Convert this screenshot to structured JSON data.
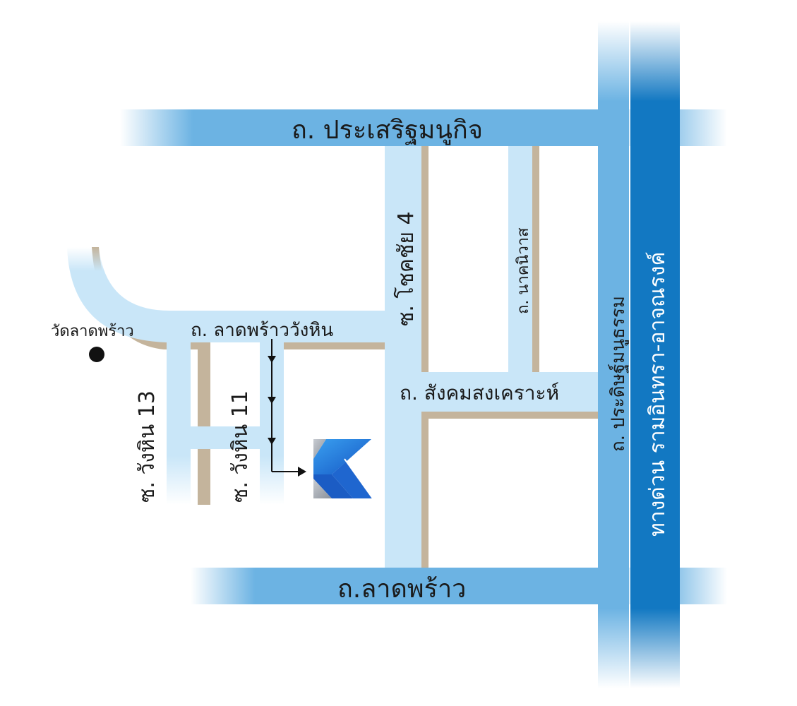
{
  "map": {
    "roads": {
      "prasert_manukit": "ถ. ประเสริฐมนูกิจ",
      "lat_phrao": "ถ.ลาดพร้าว",
      "lat_phrao_wang_hin": "ถ. ลาดพร้าววังหิน",
      "sangkhom_songkhro": "ถ. สังคมสงเคราะห์",
      "chokchai_4": "ซ. โชคชัย 4",
      "nak_niwat": "ถ. นาคนิวาส",
      "pradit_manutham": "ถ. ประดิษฐ์มนูธรรม",
      "expressway": "ทางด่วน รามอินทรา-อาจณรงค์",
      "wang_hin_13": "ซ. วังหิน 13",
      "wang_hin_11": "ซ. วังหิน 11"
    },
    "landmark": {
      "label": "วัดลาดพร้าว",
      "icon": "dot-marker-icon"
    },
    "destination": {
      "icon": "company-k-logo-icon"
    },
    "colors": {
      "major_road": "#6cb3e3",
      "minor_road": "#c9e6f8",
      "expressway": "#1278c2",
      "road_edge": "#c4b49c",
      "label_text": "#1a1a1a",
      "label_on_expressway": "#ffffff",
      "route_line": "#111111"
    }
  }
}
